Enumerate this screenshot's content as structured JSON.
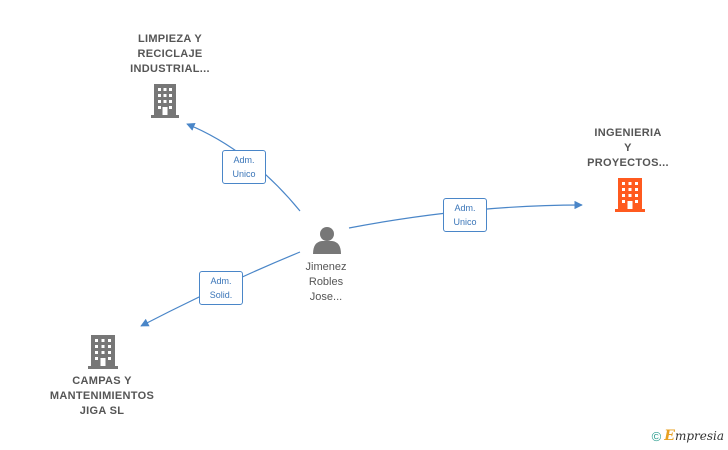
{
  "nodes": {
    "limpieza": {
      "label_lines": [
        "LIMPIEZA Y",
        "RECICLAJE",
        "INDUSTRIAL..."
      ],
      "color": "#777777"
    },
    "ingenieria": {
      "label_lines": [
        "INGENIERIA",
        "Y",
        "PROYECTOS..."
      ],
      "color": "#ff5a1f"
    },
    "campas": {
      "label_lines": [
        "CAMPAS Y",
        "MANTENIMIENTOS",
        "JIGA  SL"
      ],
      "color": "#777777"
    },
    "person": {
      "label_lines": [
        "Jimenez",
        "Robles",
        "Jose..."
      ],
      "color": "#777777"
    }
  },
  "relations": {
    "to_limpieza": {
      "lines": [
        "Adm.",
        "Unico"
      ]
    },
    "to_ingenieria": {
      "lines": [
        "Adm.",
        "Unico"
      ]
    },
    "to_campas": {
      "lines": [
        "Adm.",
        "Solid."
      ]
    }
  },
  "edge_color": "#4a86c8",
  "watermark": {
    "copyright": "©",
    "brand_first": "E",
    "brand_rest": "mpresia"
  }
}
